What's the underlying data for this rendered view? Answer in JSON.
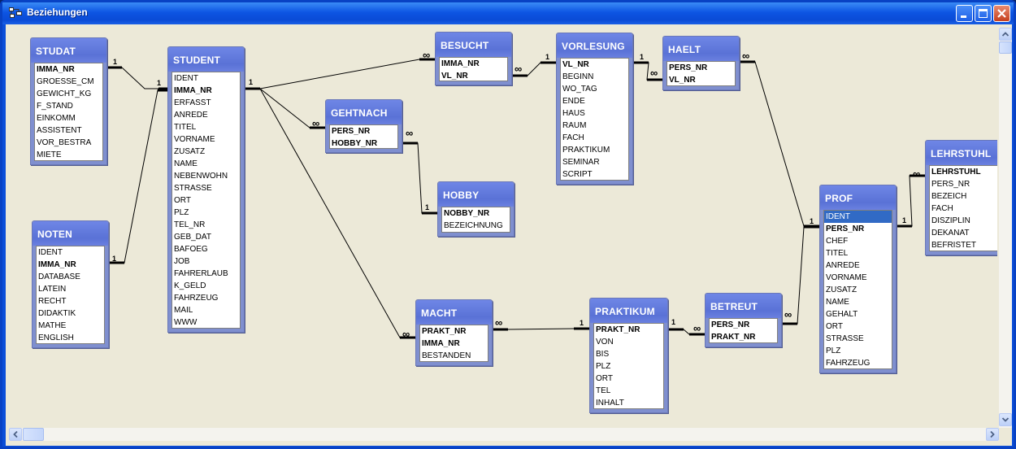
{
  "window": {
    "title": "Beziehungen"
  },
  "tables": {
    "studat": {
      "name": "STUDAT",
      "fields": [
        {
          "name": "IMMA_NR",
          "key": true
        },
        {
          "name": "GROESSE_CM"
        },
        {
          "name": "GEWICHT_KG"
        },
        {
          "name": "F_STAND"
        },
        {
          "name": "EINKOMM"
        },
        {
          "name": "ASSISTENT"
        },
        {
          "name": "VOR_BESTRA"
        },
        {
          "name": "MIETE"
        }
      ]
    },
    "noten": {
      "name": "NOTEN",
      "fields": [
        {
          "name": "IDENT"
        },
        {
          "name": "IMMA_NR",
          "key": true
        },
        {
          "name": "DATABASE"
        },
        {
          "name": "LATEIN"
        },
        {
          "name": "RECHT"
        },
        {
          "name": "DIDAKTIK"
        },
        {
          "name": "MATHE"
        },
        {
          "name": "ENGLISH"
        }
      ]
    },
    "student": {
      "name": "STUDENT",
      "fields": [
        {
          "name": "IDENT"
        },
        {
          "name": "IMMA_NR",
          "key": true
        },
        {
          "name": "ERFASST"
        },
        {
          "name": "ANREDE"
        },
        {
          "name": "TITEL"
        },
        {
          "name": "VORNAME"
        },
        {
          "name": "ZUSATZ"
        },
        {
          "name": "NAME"
        },
        {
          "name": "NEBENWOHN"
        },
        {
          "name": "STRASSE"
        },
        {
          "name": "ORT"
        },
        {
          "name": "PLZ"
        },
        {
          "name": "TEL_NR"
        },
        {
          "name": "GEB_DAT"
        },
        {
          "name": "BAFOEG"
        },
        {
          "name": "JOB"
        },
        {
          "name": "FAHRERLAUB"
        },
        {
          "name": "K_GELD"
        },
        {
          "name": "FAHRZEUG"
        },
        {
          "name": "MAIL"
        },
        {
          "name": "WWW"
        }
      ]
    },
    "besucht": {
      "name": "BESUCHT",
      "fields": [
        {
          "name": "IMMA_NR",
          "key": true
        },
        {
          "name": "VL_NR",
          "key": true
        }
      ]
    },
    "gehtnach": {
      "name": "GEHTNACH",
      "fields": [
        {
          "name": "PERS_NR",
          "key": true
        },
        {
          "name": "HOBBY_NR",
          "key": true
        }
      ]
    },
    "hobby": {
      "name": "HOBBY",
      "fields": [
        {
          "name": "NOBBY_NR",
          "key": true
        },
        {
          "name": "BEZEICHNUNG"
        }
      ]
    },
    "vorlesung": {
      "name": "VORLESUNG",
      "fields": [
        {
          "name": "VL_NR",
          "key": true
        },
        {
          "name": "BEGINN"
        },
        {
          "name": "WO_TAG"
        },
        {
          "name": "ENDE"
        },
        {
          "name": "HAUS"
        },
        {
          "name": "RAUM"
        },
        {
          "name": "FACH"
        },
        {
          "name": "PRAKTIKUM"
        },
        {
          "name": "SEMINAR"
        },
        {
          "name": "SCRIPT"
        }
      ]
    },
    "haelt": {
      "name": "HAELT",
      "fields": [
        {
          "name": "PERS_NR",
          "key": true
        },
        {
          "name": "VL_NR",
          "key": true
        }
      ]
    },
    "macht": {
      "name": "MACHT",
      "fields": [
        {
          "name": "PRAKT_NR",
          "key": true
        },
        {
          "name": "IMMA_NR",
          "key": true
        },
        {
          "name": "BESTANDEN"
        }
      ]
    },
    "praktikum": {
      "name": "PRAKTIKUM",
      "fields": [
        {
          "name": "PRAKT_NR",
          "key": true
        },
        {
          "name": "VON"
        },
        {
          "name": "BIS"
        },
        {
          "name": "PLZ"
        },
        {
          "name": "ORT"
        },
        {
          "name": "TEL"
        },
        {
          "name": "INHALT"
        }
      ]
    },
    "betreut": {
      "name": "BETREUT",
      "fields": [
        {
          "name": "PERS_NR",
          "key": true
        },
        {
          "name": "PRAKT_NR",
          "key": true
        }
      ]
    },
    "prof": {
      "name": "PROF",
      "fields": [
        {
          "name": "IDENT",
          "selected": true
        },
        {
          "name": "PERS_NR",
          "key": true
        },
        {
          "name": "CHEF"
        },
        {
          "name": "TITEL"
        },
        {
          "name": "ANREDE"
        },
        {
          "name": "VORNAME"
        },
        {
          "name": "ZUSATZ"
        },
        {
          "name": "NAME"
        },
        {
          "name": "GEHALT"
        },
        {
          "name": "ORT"
        },
        {
          "name": "STRASSE"
        },
        {
          "name": "PLZ"
        },
        {
          "name": "FAHRZEUG"
        }
      ]
    },
    "lehrstuhl": {
      "name": "LEHRSTUHL",
      "fields": [
        {
          "name": "LEHRSTUHL",
          "key": true
        },
        {
          "name": "PERS_NR"
        },
        {
          "name": "BEZEICH"
        },
        {
          "name": "FACH"
        },
        {
          "name": "DISZIPLIN"
        },
        {
          "name": "DEKANAT"
        },
        {
          "name": "BEFRISTET"
        }
      ]
    }
  },
  "cardinality": {
    "one": "1",
    "many": "∞"
  },
  "colors": {
    "title_bar": "#0a4bd6",
    "canvas": "#ece9d8",
    "table_header": "#6078dc",
    "selection": "#316ac5"
  },
  "icons": {
    "app": "relationships-icon",
    "minimize": "minimize-icon",
    "maximize": "maximize-icon",
    "close": "close-icon"
  }
}
